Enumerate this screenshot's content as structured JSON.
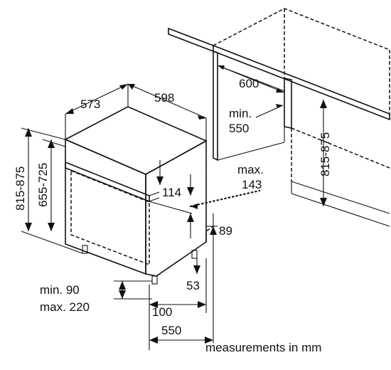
{
  "dimensions": {
    "depth_573": "573",
    "width_598": "598",
    "niche_width_600": "600",
    "niche_depth_min_label": "min.",
    "niche_depth_min_value": "550",
    "niche_height_range": "815-875",
    "total_height_range": "815-875",
    "body_height_range": "655-725",
    "panel_height_114": "114",
    "panel_max_label": "max.",
    "panel_max_value": "143",
    "plinth_89": "89",
    "foot_53": "53",
    "plinth_range_min": "min. 90",
    "plinth_range_max": "max. 220",
    "foot_setback_100": "100",
    "depth_bottom_550": "550"
  },
  "footer": {
    "units_caption": "measurements in mm"
  }
}
